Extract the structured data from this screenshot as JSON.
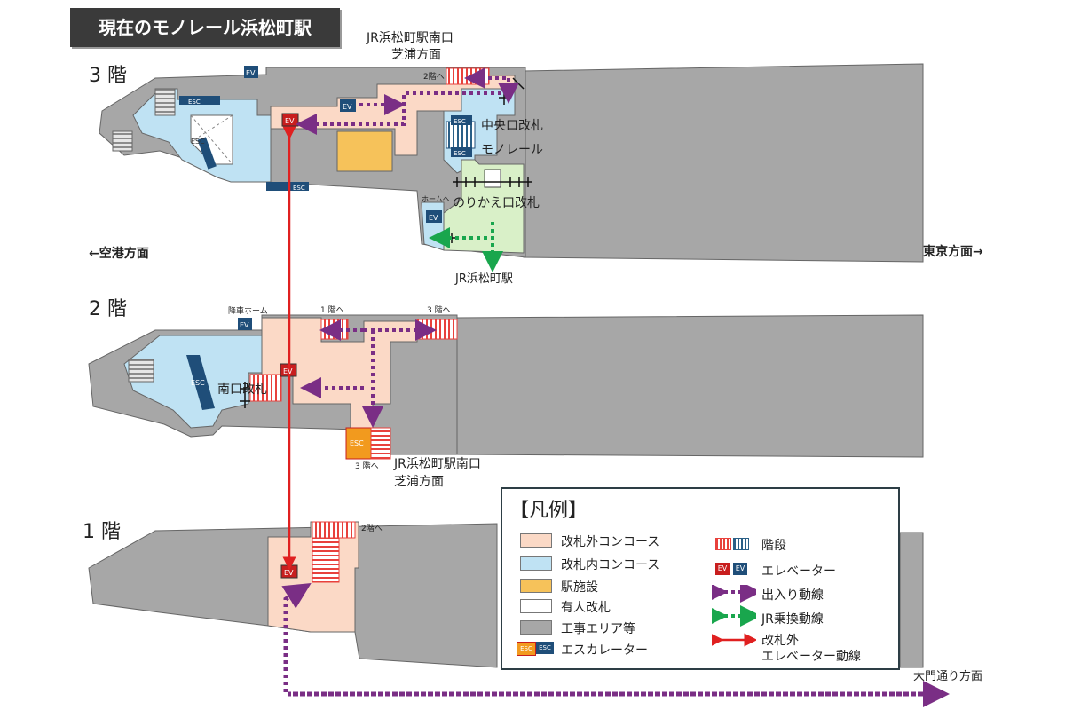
{
  "title": "現在のモノレール浜松町駅",
  "colors": {
    "outside_concourse": "#fbd9c6",
    "inside_concourse": "#bfe2f3",
    "facility": "#f6c25a",
    "construction": "#a7a7a7",
    "stair_red": "#e8413c",
    "stair_blue": "#2a5f86",
    "ev_red": "#c81e1e",
    "ev_blue": "#1f4e79",
    "route_purple": "#7a2e85",
    "route_green": "#19a64d",
    "route_red": "#e02020",
    "jr_green_area": "#d9f0c8"
  },
  "floor3": {
    "label": "3 階",
    "jr_south_exit_1": "JR浜松町駅南口",
    "jr_south_exit_2": "芝浦方面",
    "to2f": "2階へ",
    "central_gate": "中央口改札",
    "monorail": "モノレール",
    "transfer_gate": "のりかえ口改札",
    "to_home": "ホームへ",
    "jr_station": "JR浜松町駅",
    "airport": "←空港方面",
    "tokyo": "東京方面→"
  },
  "floor2": {
    "label": "2 階",
    "alight_home": "降車ホーム",
    "to1f": "1 階へ",
    "to3f_top": "3 階へ",
    "south_gate": "南口改札",
    "to3f_bottom": "3 階へ",
    "jr_south_exit_1": "JR浜松町駅南口",
    "jr_south_exit_2": "芝浦方面"
  },
  "floor1": {
    "label": "1 階",
    "to2f": "2階へ",
    "daimon": "大門通り方面"
  },
  "icons": {
    "ev": "EV",
    "esc": "ESC"
  },
  "legend": {
    "title": "【凡例】",
    "outside": "改札外コンコース",
    "inside": "改札内コンコース",
    "facility": "駅施設",
    "staffed_gate": "有人改札",
    "construction": "工事エリア等",
    "escalator": "エスカレーター",
    "stairs": "階段",
    "elevator": "エレベーター",
    "entry_route": "出入り動線",
    "jr_transfer_route": "JR乗換動線",
    "ev_route_1": "改札外",
    "ev_route_2": "エレベーター動線"
  }
}
